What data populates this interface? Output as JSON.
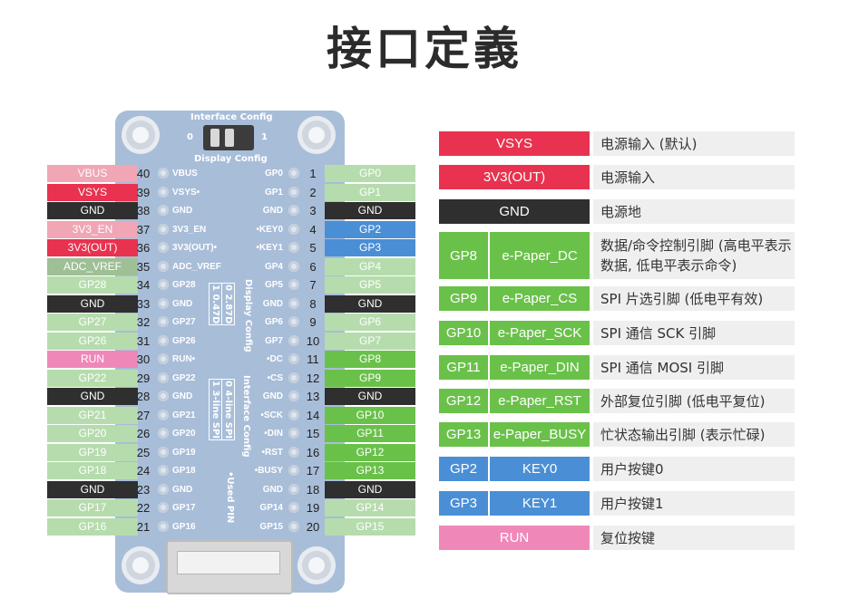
{
  "title": "接口定義",
  "colors": {
    "pink": "#f0a6b4",
    "red": "#e8324f",
    "black": "#2f2f2f",
    "lightgreen": "#b6dcae",
    "green": "#6ac14a",
    "blue": "#4a8fd6",
    "gray_green": "#9fbf96",
    "magenta": "#ef88b9"
  },
  "board": {
    "top_config_label": "Interface Config",
    "switch_label": "Display Config",
    "switch_values": [
      "0",
      "1"
    ],
    "display_config_label": "Display Config",
    "display_config_values": [
      "1 0.47D",
      "0 2.87D"
    ],
    "interface_config_label": "Interface Config",
    "interface_config_values": [
      "1 3-line SPI",
      "0 4-line SPI"
    ],
    "used_pin_label": "•Used PIN"
  },
  "left_pins": [
    {
      "label": "VBUS",
      "num": "40",
      "board": "VBUS",
      "color": "#f0a6b4"
    },
    {
      "label": "VSYS",
      "num": "39",
      "board": "VSYS•",
      "color": "#e8324f"
    },
    {
      "label": "GND",
      "num": "38",
      "board": "GND",
      "color": "#2f2f2f"
    },
    {
      "label": "3V3_EN",
      "num": "37",
      "board": "3V3_EN",
      "color": "#f0a6b4"
    },
    {
      "label": "3V3(OUT)",
      "num": "36",
      "board": "3V3(OUT)•",
      "color": "#e8324f"
    },
    {
      "label": "ADC_VREF",
      "num": "35",
      "board": "ADC_VREF",
      "color": "#9fbf96"
    },
    {
      "label": "GP28",
      "num": "34",
      "board": "GP28",
      "color": "#b6dcae"
    },
    {
      "label": "GND",
      "num": "33",
      "board": "GND",
      "color": "#2f2f2f"
    },
    {
      "label": "GP27",
      "num": "32",
      "board": "GP27",
      "color": "#b6dcae"
    },
    {
      "label": "GP26",
      "num": "31",
      "board": "GP26",
      "color": "#b6dcae"
    },
    {
      "label": "RUN",
      "num": "30",
      "board": "RUN•",
      "color": "#ef88b9"
    },
    {
      "label": "GP22",
      "num": "29",
      "board": "GP22",
      "color": "#b6dcae"
    },
    {
      "label": "GND",
      "num": "28",
      "board": "GND",
      "color": "#2f2f2f"
    },
    {
      "label": "GP21",
      "num": "27",
      "board": "GP21",
      "color": "#b6dcae"
    },
    {
      "label": "GP20",
      "num": "26",
      "board": "GP20",
      "color": "#b6dcae"
    },
    {
      "label": "GP19",
      "num": "25",
      "board": "GP19",
      "color": "#b6dcae"
    },
    {
      "label": "GP18",
      "num": "24",
      "board": "GP18",
      "color": "#b6dcae"
    },
    {
      "label": "GND",
      "num": "23",
      "board": "GND",
      "color": "#2f2f2f"
    },
    {
      "label": "GP17",
      "num": "22",
      "board": "GP17",
      "color": "#b6dcae"
    },
    {
      "label": "GP16",
      "num": "21",
      "board": "GP16",
      "color": "#b6dcae"
    }
  ],
  "right_pins": [
    {
      "label": "GP0",
      "num": "1",
      "board": "GP0",
      "color": "#b6dcae"
    },
    {
      "label": "GP1",
      "num": "2",
      "board": "GP1",
      "color": "#b6dcae"
    },
    {
      "label": "GND",
      "num": "3",
      "board": "GND",
      "color": "#2f2f2f"
    },
    {
      "label": "GP2",
      "num": "4",
      "board": "•KEY0",
      "color": "#4a8fd6"
    },
    {
      "label": "GP3",
      "num": "5",
      "board": "•KEY1",
      "color": "#4a8fd6"
    },
    {
      "label": "GP4",
      "num": "6",
      "board": "GP4",
      "color": "#b6dcae"
    },
    {
      "label": "GP5",
      "num": "7",
      "board": "GP5",
      "color": "#b6dcae"
    },
    {
      "label": "GND",
      "num": "8",
      "board": "GND",
      "color": "#2f2f2f"
    },
    {
      "label": "GP6",
      "num": "9",
      "board": "GP6",
      "color": "#b6dcae"
    },
    {
      "label": "GP7",
      "num": "10",
      "board": "GP7",
      "color": "#b6dcae"
    },
    {
      "label": "GP8",
      "num": "11",
      "board": "•DC",
      "color": "#6ac14a"
    },
    {
      "label": "GP9",
      "num": "12",
      "board": "•CS",
      "color": "#6ac14a"
    },
    {
      "label": "GND",
      "num": "13",
      "board": "GND",
      "color": "#2f2f2f"
    },
    {
      "label": "GP10",
      "num": "14",
      "board": "•SCK",
      "color": "#6ac14a"
    },
    {
      "label": "GP11",
      "num": "15",
      "board": "•DIN",
      "color": "#6ac14a"
    },
    {
      "label": "GP12",
      "num": "16",
      "board": "•RST",
      "color": "#6ac14a"
    },
    {
      "label": "GP13",
      "num": "17",
      "board": "•BUSY",
      "color": "#6ac14a"
    },
    {
      "label": "GND",
      "num": "18",
      "board": "GND",
      "color": "#2f2f2f"
    },
    {
      "label": "GP14",
      "num": "19",
      "board": "GP14",
      "color": "#b6dcae"
    },
    {
      "label": "GP15",
      "num": "20",
      "board": "GP15",
      "color": "#b6dcae"
    }
  ],
  "legend": [
    {
      "pin": "VSYS",
      "func": "",
      "desc": "电源输入 (默认)",
      "color": "#e8324f"
    },
    {
      "pin": "3V3(OUT)",
      "func": "",
      "desc": "电源输入",
      "color": "#e8324f"
    },
    {
      "pin": "GND",
      "func": "",
      "desc": "电源地",
      "color": "#2f2f2f"
    },
    {
      "pin": "GP8",
      "func": "e-Paper_DC",
      "desc": "数据/命令控制引脚 (高电平表示数据, 低电平表示命令)",
      "color": "#6ac14a"
    },
    {
      "pin": "GP9",
      "func": "e-Paper_CS",
      "desc": "SPI 片选引脚 (低电平有效)",
      "color": "#6ac14a"
    },
    {
      "pin": "GP10",
      "func": "e-Paper_SCK",
      "desc": "SPI 通信 SCK 引脚",
      "color": "#6ac14a"
    },
    {
      "pin": "GP11",
      "func": "e-Paper_DIN",
      "desc": "SPI 通信 MOSI 引脚",
      "color": "#6ac14a"
    },
    {
      "pin": "GP12",
      "func": "e-Paper_RST",
      "desc": "外部复位引脚 (低电平复位)",
      "color": "#6ac14a"
    },
    {
      "pin": "GP13",
      "func": "e-Paper_BUSY",
      "desc": "忙状态输出引脚 (表示忙碌)",
      "color": "#6ac14a"
    },
    {
      "pin": "GP2",
      "func": "KEY0",
      "desc": "用户按键0",
      "color": "#4a8fd6"
    },
    {
      "pin": "GP3",
      "func": "KEY1",
      "desc": "用户按键1",
      "color": "#4a8fd6"
    },
    {
      "pin": "RUN",
      "func": "",
      "desc": "复位按键",
      "color": "#ef88b9"
    }
  ]
}
